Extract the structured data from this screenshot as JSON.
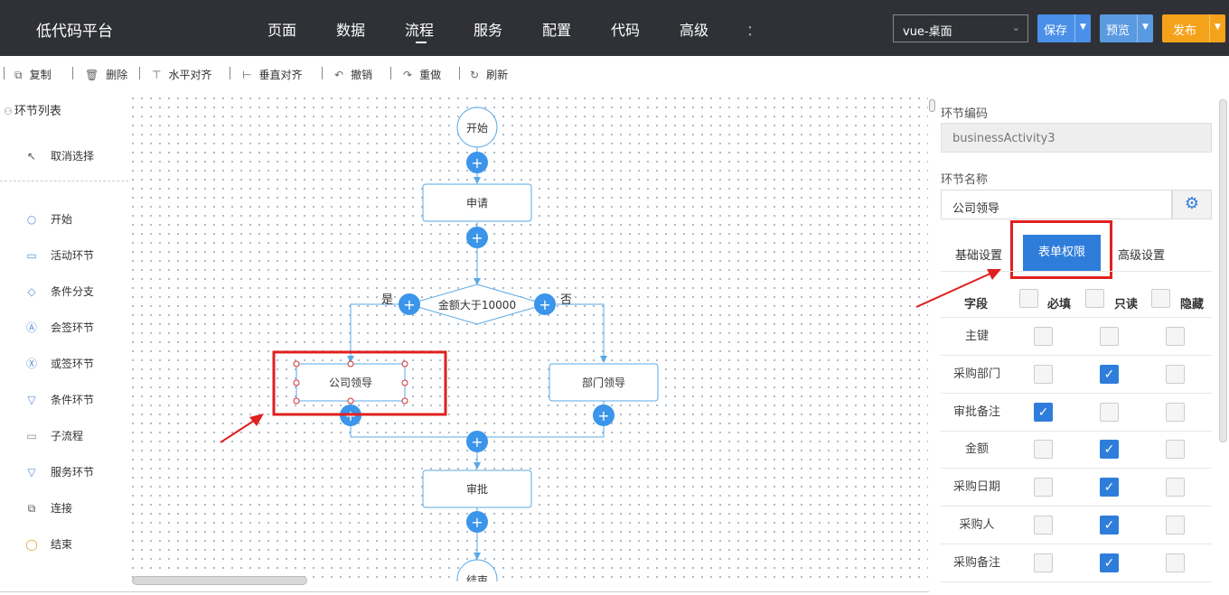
{
  "app": {
    "title": "低代码平台"
  },
  "nav": {
    "items": [
      "页面",
      "数据",
      "流程",
      "服务",
      "配置",
      "代码",
      "高级",
      "："
    ],
    "active": "流程"
  },
  "env_select": {
    "value": "vue-桌面"
  },
  "buttons": {
    "save": "保存",
    "preview": "预览",
    "publish": "发布"
  },
  "colors": {
    "primary": "#2f7ddb",
    "save": "#4a90e8",
    "preview": "#5a9ae0",
    "publish": "#f5a21b",
    "topbar": "#2f3136",
    "highlight": "#e02020",
    "node_border": "#5aa9e6"
  },
  "toolbar": {
    "items": [
      {
        "label": "复制",
        "icon": "copy-icon"
      },
      {
        "label": "删除",
        "icon": "trash-icon"
      },
      {
        "label": "水平对齐",
        "icon": "align-horizontal-icon"
      },
      {
        "label": "垂直对齐",
        "icon": "align-vertical-icon"
      },
      {
        "label": "撤销",
        "icon": "undo-icon"
      },
      {
        "label": "重做",
        "icon": "redo-icon"
      },
      {
        "label": "刷新",
        "icon": "refresh-icon"
      }
    ]
  },
  "left_panel": {
    "title": "环节列表",
    "deselect": "取消选择",
    "items": [
      {
        "label": "开始",
        "icon": "circle-icon"
      },
      {
        "label": "活动环节",
        "icon": "rectangle-icon"
      },
      {
        "label": "条件分支",
        "icon": "diamond-icon"
      },
      {
        "label": "会签环节",
        "icon": "countersign-icon"
      },
      {
        "label": "或签环节",
        "icon": "or-sign-icon"
      },
      {
        "label": "条件环节",
        "icon": "triangle-down-icon"
      },
      {
        "label": "子流程",
        "icon": "subprocess-icon"
      },
      {
        "label": "服务环节",
        "icon": "service-icon"
      },
      {
        "label": "连接",
        "icon": "connect-icon"
      },
      {
        "label": "结束",
        "icon": "end-circle-icon"
      }
    ]
  },
  "flow": {
    "nodes": {
      "start": "开始",
      "apply": "申请",
      "condition": "金额大于10000",
      "yes": "是",
      "no": "否",
      "company_leader": "公司领导",
      "dept_leader": "部门领导",
      "approve": "审批",
      "end": "结束"
    },
    "add_symbol": "+"
  },
  "right_panel": {
    "code_label": "环节编码",
    "code_value": "businessActivity3",
    "name_label": "环节名称",
    "name_value": "公司领导",
    "tabs": [
      "基础设置",
      "表单权限",
      "高级设置"
    ],
    "active_tab": "表单权限",
    "columns": {
      "field": "字段",
      "required": "必填",
      "readonly": "只读",
      "hidden": "隐藏"
    },
    "rows": [
      {
        "field": "主键",
        "required": false,
        "readonly": false,
        "hidden": false
      },
      {
        "field": "采购部门",
        "required": false,
        "readonly": true,
        "hidden": false
      },
      {
        "field": "审批备注",
        "required": true,
        "readonly": false,
        "hidden": false
      },
      {
        "field": "金额",
        "required": false,
        "readonly": true,
        "hidden": false
      },
      {
        "field": "采购日期",
        "required": false,
        "readonly": true,
        "hidden": false
      },
      {
        "field": "采购人",
        "required": false,
        "readonly": true,
        "hidden": false
      },
      {
        "field": "采购备注",
        "required": false,
        "readonly": true,
        "hidden": false
      }
    ]
  }
}
